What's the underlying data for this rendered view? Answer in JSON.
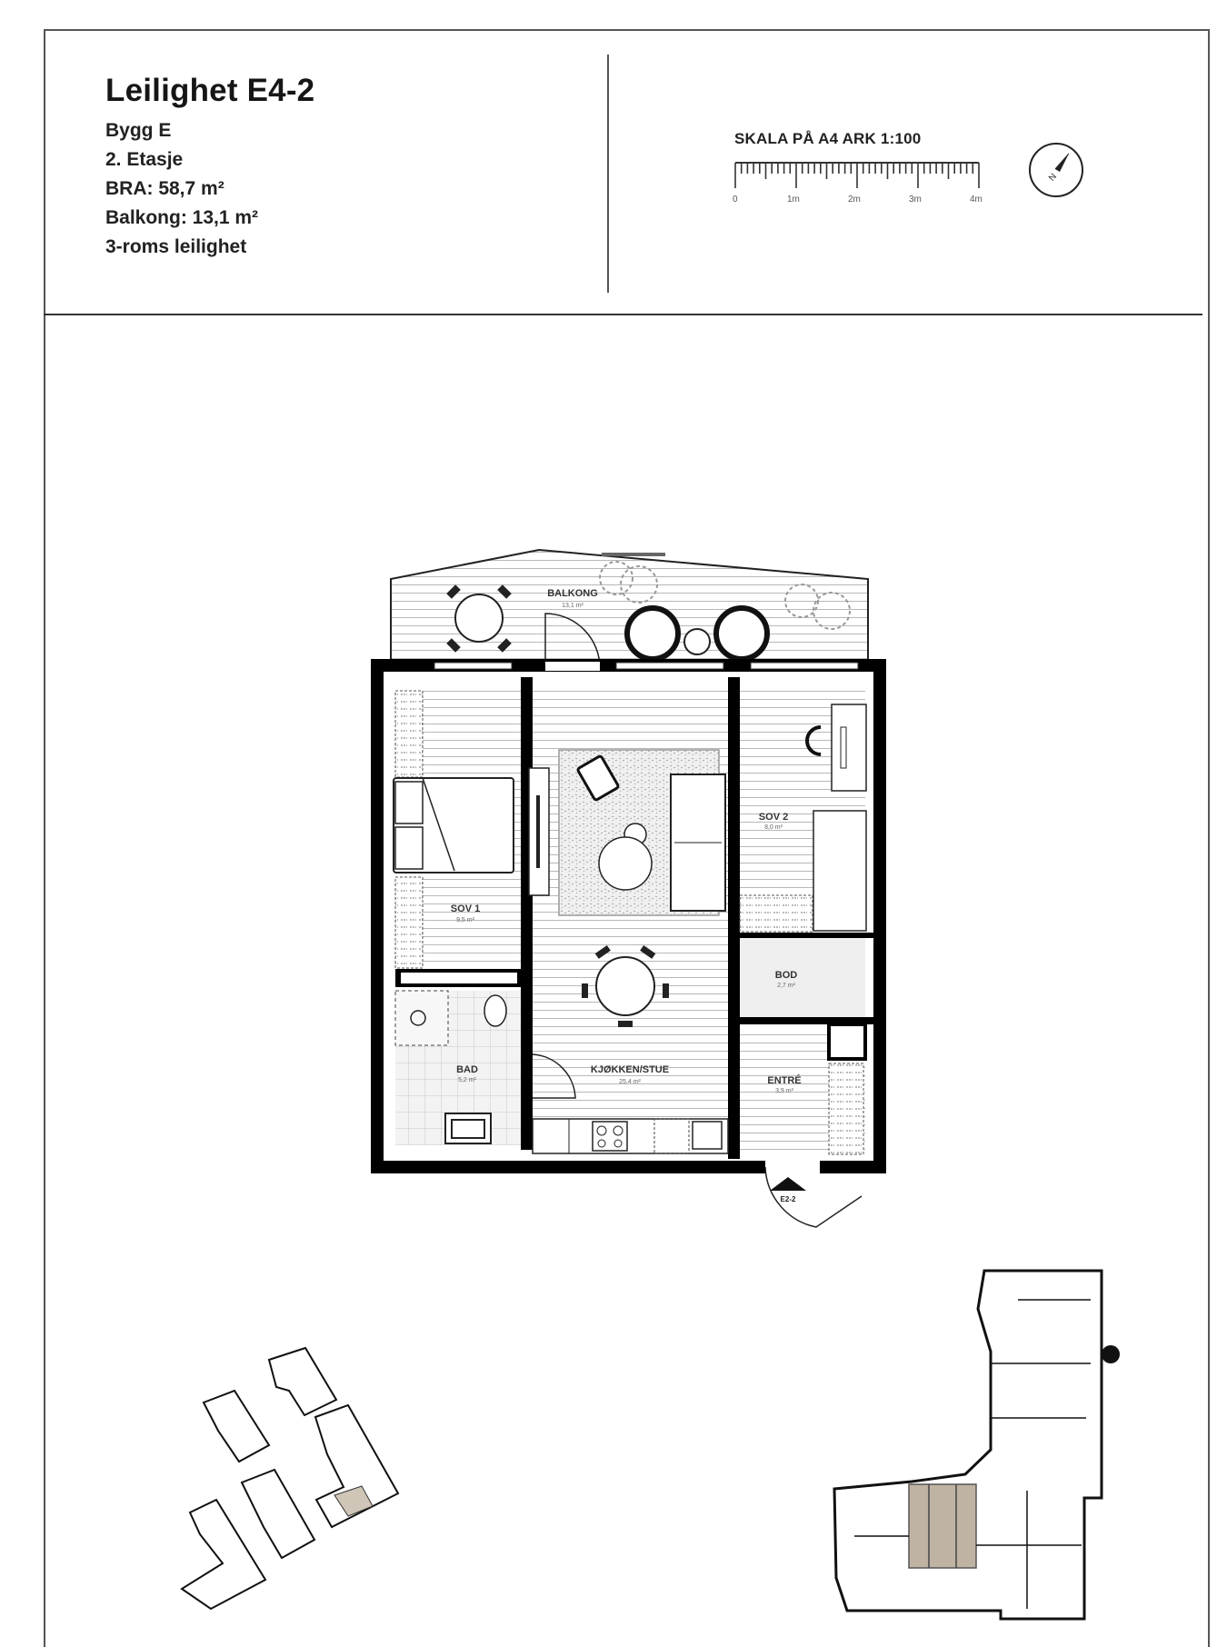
{
  "header": {
    "title": "Leilighet E4-2",
    "details": [
      "Bygg E",
      "2. Etasje",
      "BRA: 58,7 m²",
      "Balkong: 13,1 m²",
      "3-roms leilighet"
    ]
  },
  "scale": {
    "title": "SKALA PÅ A4 ARK 1:100",
    "labels": [
      "0",
      "1m",
      "2m",
      "3m",
      "4m"
    ]
  },
  "compass": {
    "icon": "north-arrow-icon",
    "label": "N"
  },
  "floorplan": {
    "rooms": [
      {
        "name": "BALKONG",
        "area": "13,1 m²"
      },
      {
        "name": "SOV 1",
        "area": "9,5 m²"
      },
      {
        "name": "SOV 2",
        "area": "8,0 m²"
      },
      {
        "name": "KJØKKEN/STUE",
        "area": "25,4 m²"
      },
      {
        "name": "BAD",
        "area": "5,2 m²"
      },
      {
        "name": "BOD",
        "area": "2,7 m²"
      },
      {
        "name": "ENTRÉ",
        "area": "3,9 m²"
      }
    ],
    "entrance_label": "E2-2"
  },
  "site_plan": {
    "highlight_color": "#cfc6b8"
  },
  "key_plan": {
    "highlight_color": "#bfb3a3"
  }
}
